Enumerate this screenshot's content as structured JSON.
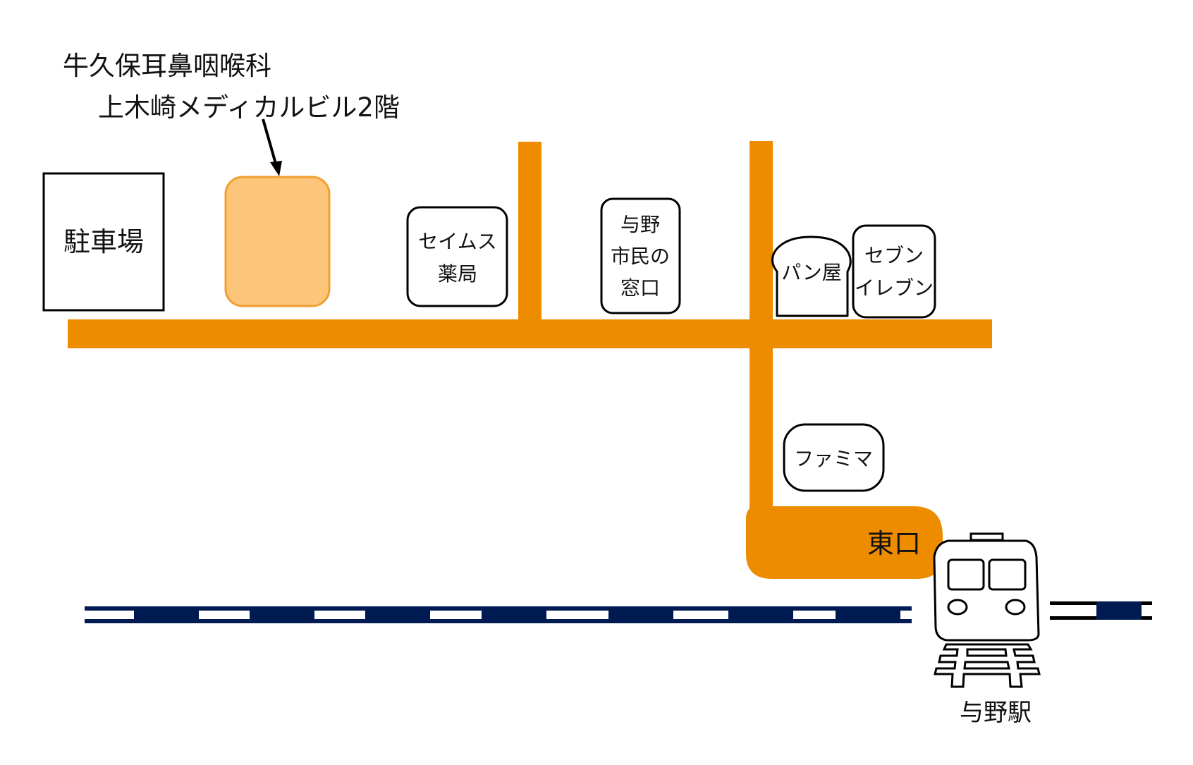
{
  "title": {
    "clinic_name": "牛久保耳鼻咽喉科",
    "building": "上木崎メディカルビル2階"
  },
  "places": {
    "parking": "駐車場",
    "seims": [
      "セイムス",
      "薬局"
    ],
    "yono_window": [
      "与野",
      "市民の",
      "窓口"
    ],
    "bakery": "パン屋",
    "seven_eleven": [
      "セブン",
      "イレブン"
    ],
    "familymart": "ファミマ",
    "east_exit": "東口",
    "station": "与野駅"
  },
  "colors": {
    "road": "#ee8c00",
    "clinic": "#fdc57a",
    "clinic_border": "#f0a030",
    "rail": "#001a52"
  }
}
